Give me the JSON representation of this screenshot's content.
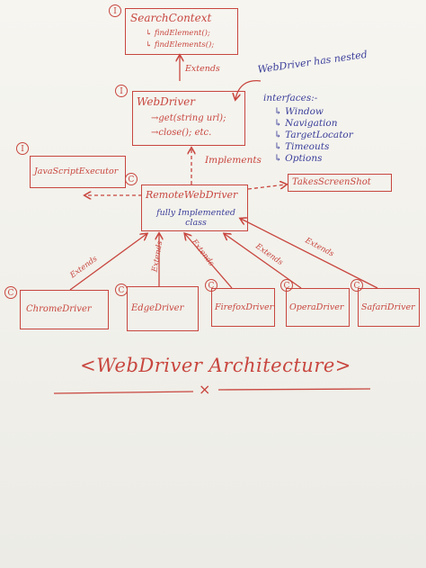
{
  "diagram": {
    "title": "<WebDriver Architecture>",
    "nodes": {
      "search_context": {
        "badge": "I",
        "name": "SearchContext",
        "methods": [
          "↳ findElement();",
          "↳ findElements();"
        ]
      },
      "webdriver": {
        "badge": "I",
        "name": "WebDriver",
        "methods": [
          "→get(string url);",
          "→close(); etc."
        ]
      },
      "javascript_executor": {
        "badge": "I",
        "name": "JavaScriptExecutor"
      },
      "remote_webdriver": {
        "badge": "C",
        "name": "RemoteWebDriver",
        "subtitle": "fully Implemented class"
      },
      "takes_screenshot": {
        "name": "TakesScreenShot"
      },
      "chrome_driver": {
        "badge": "C",
        "name": "ChromeDriver"
      },
      "edge_driver": {
        "badge": "C",
        "name": "EdgeDriver"
      },
      "firefox_driver": {
        "badge": "C",
        "name": "FirefoxDriver"
      },
      "opera_driver": {
        "badge": "C",
        "name": "OperaDriver"
      },
      "safari_driver": {
        "badge": "C",
        "name": "SafariDriver"
      }
    },
    "edge_labels": {
      "extends_top": "Extends",
      "implements": "Implements",
      "chrome_extends": "Extends",
      "edge_extends": "Extends",
      "firefox_extends": "Extends",
      "opera_extends": "Extends",
      "safari_extends": "Extends"
    },
    "note": {
      "title": "WebDriver has nested",
      "subtitle": "interfaces:-",
      "items": [
        "↳ Window",
        "↳ Navigation",
        "↳ TargetLocator",
        "↳ Timeouts",
        "↳ Options"
      ]
    },
    "footer_mark": "×"
  }
}
